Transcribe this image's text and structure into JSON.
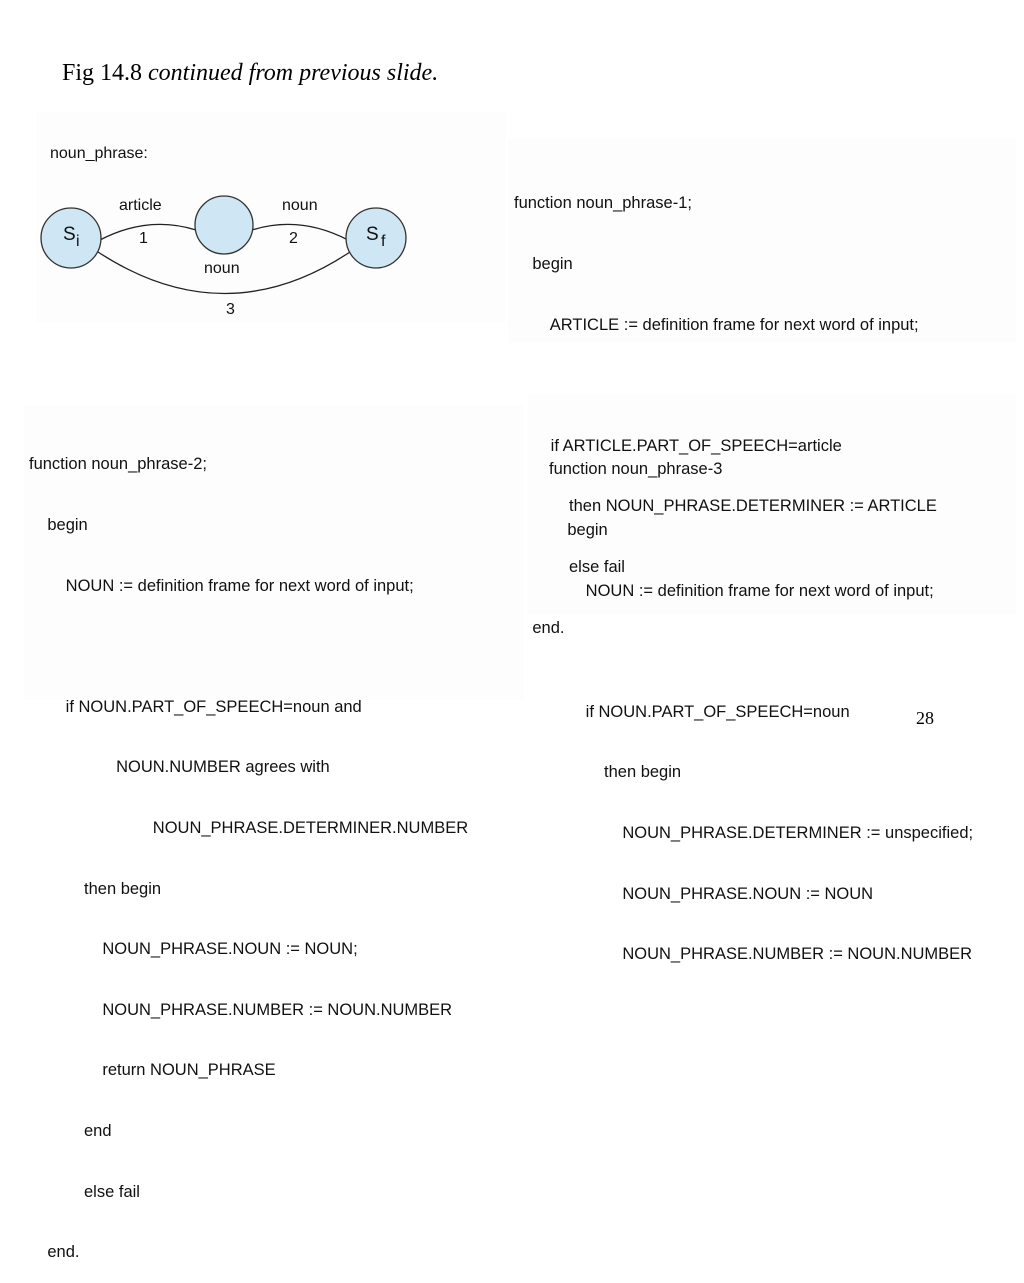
{
  "slide": {
    "title_prefix": "Fig 14.8 ",
    "title_italic": "continued from previous slide.",
    "page_number": "28"
  },
  "diagram": {
    "heading": "noun_phrase:",
    "start_state": {
      "letter": "S",
      "subscript": "i"
    },
    "final_state": {
      "letter": "S",
      "subscript": "f"
    },
    "arcs": [
      {
        "number": "1",
        "label": "article"
      },
      {
        "number": "2",
        "label": "noun"
      },
      {
        "number": "3",
        "label": "noun"
      }
    ]
  },
  "code_blocks": [
    {
      "name": "noun_phrase-1",
      "lines": [
        "function noun_phrase-1;",
        "    begin",
        "        ARTICLE := definition frame for next word of input;",
        "",
        "        if ARTICLE.PART_OF_SPEECH=article",
        "            then NOUN_PHRASE.DETERMINER := ARTICLE",
        "            else fail",
        "    end."
      ]
    },
    {
      "name": "noun_phrase-2",
      "lines": [
        "function noun_phrase-2;",
        "    begin",
        "        NOUN := definition frame for next word of input;",
        "",
        "        if NOUN.PART_OF_SPEECH=noun and",
        "                   NOUN.NUMBER agrees with",
        "                           NOUN_PHRASE.DETERMINER.NUMBER",
        "            then begin",
        "                NOUN_PHRASE.NOUN := NOUN;",
        "                NOUN_PHRASE.NUMBER := NOUN.NUMBER",
        "                return NOUN_PHRASE",
        "            end",
        "            else fail",
        "    end."
      ]
    },
    {
      "name": "noun_phrase-3",
      "lines": [
        "function noun_phrase-3",
        "    begin",
        "        NOUN := definition frame for next word of input;",
        "",
        "        if NOUN.PART_OF_SPEECH=noun",
        "            then begin",
        "                NOUN_PHRASE.DETERMINER := unspecified;",
        "                NOUN_PHRASE.NOUN := NOUN",
        "                NOUN_PHRASE.NUMBER := NOUN.NUMBER"
      ]
    }
  ]
}
